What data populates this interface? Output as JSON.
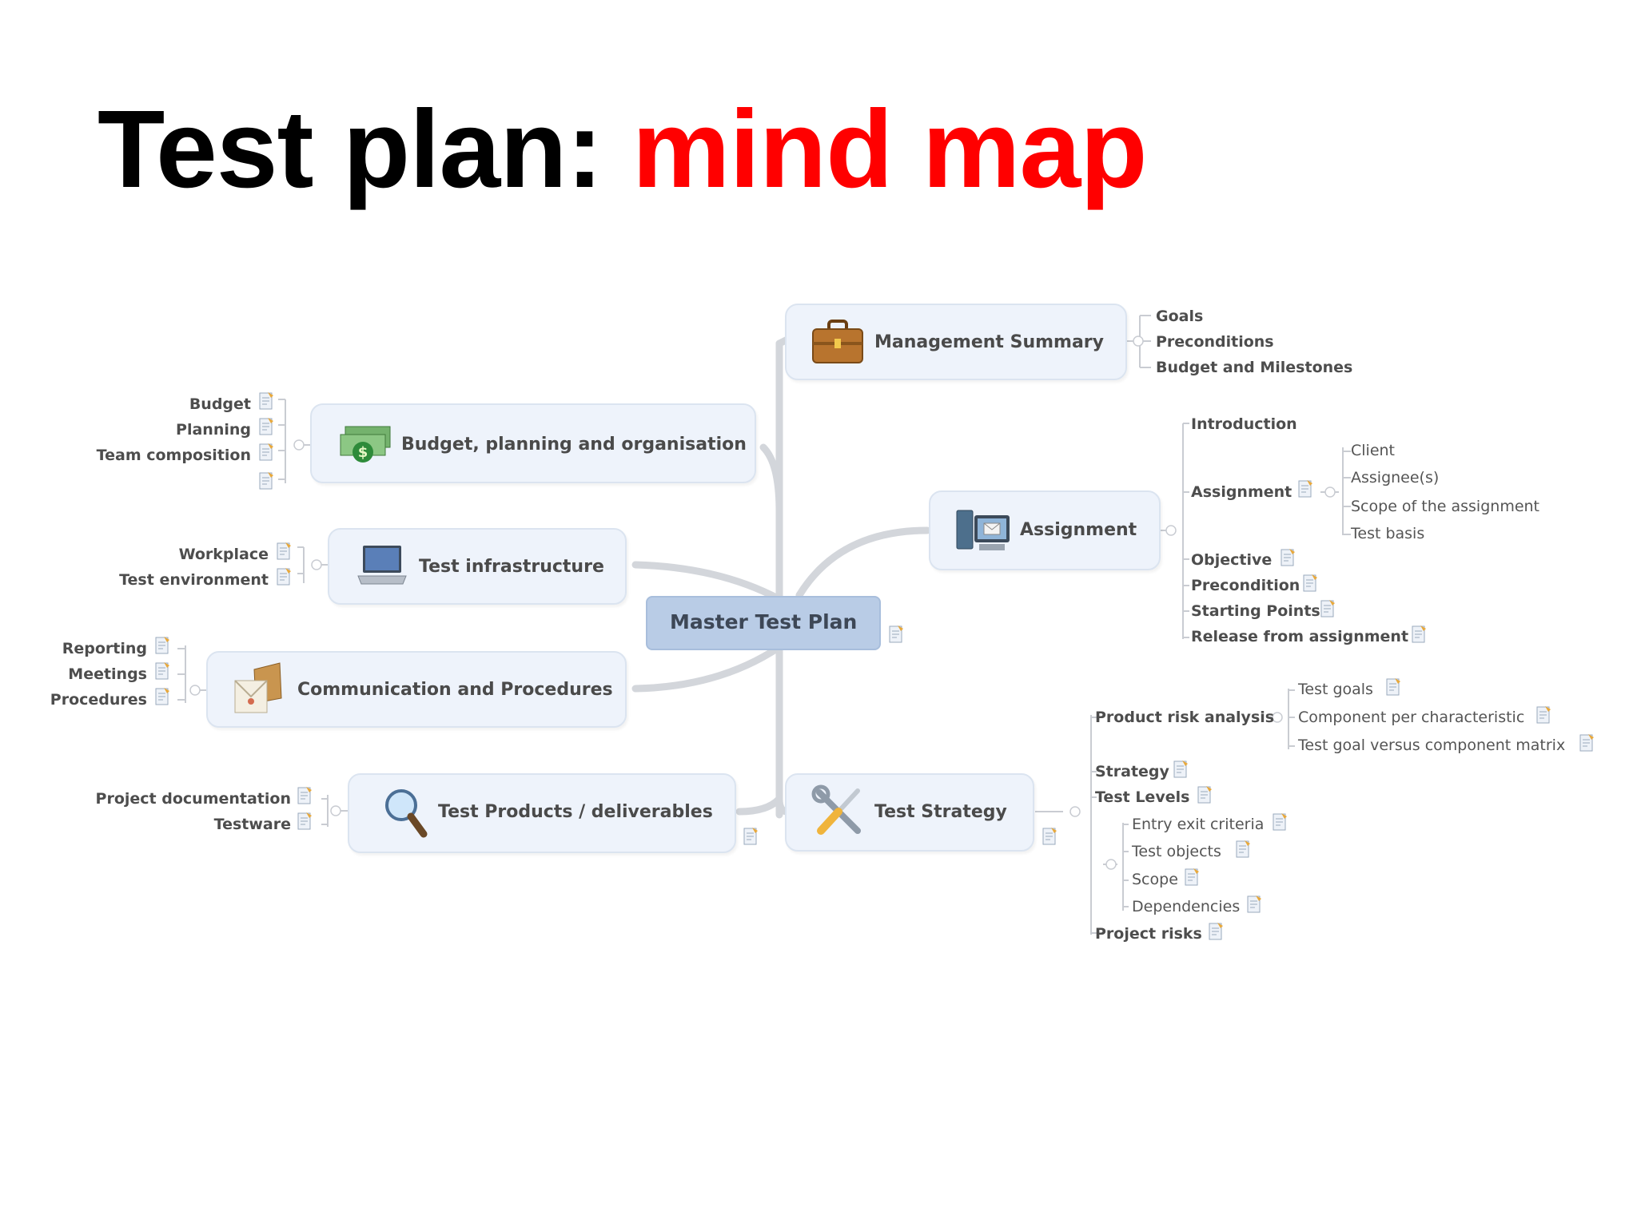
{
  "title": {
    "part1": "Test plan:",
    "part2": "mind map"
  },
  "central": {
    "label": "Master Test Plan"
  },
  "colors": {
    "title_black": "#000000",
    "title_red": "#ff0000",
    "node_fill": "#eef3fb",
    "center_fill": "#b9cce6",
    "connector": "#d0d4da"
  },
  "branches": {
    "management": {
      "label": "Management Summary",
      "icon": "briefcase-icon",
      "children": [
        "Goals",
        "Preconditions",
        "Budget and Milestones"
      ]
    },
    "budget": {
      "label": "Budget, planning and organisation",
      "icon": "money-icon",
      "children": [
        "Budget",
        "Planning",
        "Team composition"
      ]
    },
    "infra": {
      "label": "Test infrastructure",
      "icon": "laptop-icon",
      "children": [
        "Workplace",
        "Test environment"
      ]
    },
    "comm": {
      "label": "Communication and Procedures",
      "icon": "envelope-box-icon",
      "children": [
        "Reporting",
        "Meetings",
        "Procedures"
      ]
    },
    "products": {
      "label": "Test Products / deliverables",
      "icon": "magnifier-icon",
      "children": [
        "Project documentation",
        "Testware"
      ]
    },
    "assignment": {
      "label": "Assignment",
      "icon": "computer-icon",
      "children": [
        "Introduction",
        "Assignment",
        "Objective",
        "Precondition",
        "Starting Points",
        "Release from assignment"
      ],
      "sub": [
        "Client",
        "Assignee(s)",
        "Scope of the assignment",
        "Test basis"
      ]
    },
    "strategy": {
      "label": "Test Strategy",
      "icon": "tools-icon",
      "children": [
        "Product risk analysis",
        "Strategy",
        "Test Levels",
        "Project risks"
      ],
      "risk_sub": [
        "Test goals",
        "Component per characteristic",
        "Test goal versus component matrix"
      ],
      "levels_sub": [
        "Entry exit criteria",
        "Test objects",
        "Scope",
        "Dependencies"
      ]
    }
  }
}
